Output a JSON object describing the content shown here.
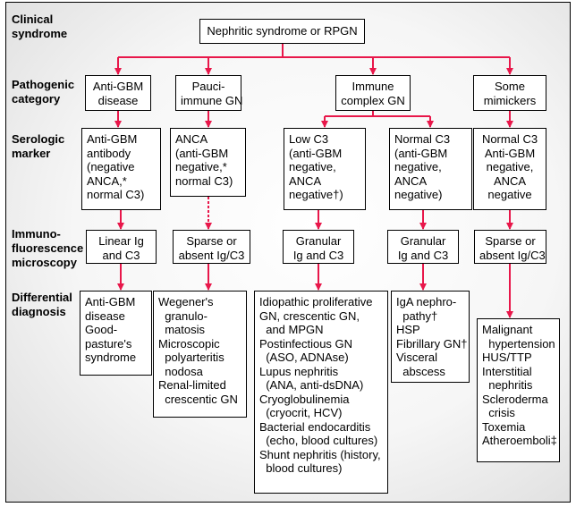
{
  "row_labels": {
    "clinical": "Clinical\nsyndrome",
    "pathogenic": "Pathogenic\ncategory",
    "serologic": "Serologic\nmarker",
    "immuno": "Immuno-\nfluorescence\nmicroscopy",
    "differential": "Differential\ndiagnosis"
  },
  "top": "Nephritic syndrome or RPGN",
  "categories": {
    "antigbm": "Anti-GBM\ndisease",
    "pauci": "Pauci-\nimmune GN",
    "immune": "Immune\ncomplex GN",
    "mimick": "Some\nmimickers"
  },
  "serologic": {
    "antigbm": "Anti-GBM\nantibody\n(negative\nANCA,*\nnormal C3)",
    "pauci": "ANCA\n(anti-GBM\nnegative,*\nnormal C3)",
    "lowc3": "Low C3\n(anti-GBM\nnegative,\nANCA\nnegative†)",
    "normc3": "Normal C3\n(anti-GBM\nnegative,\nANCA\nnegative)",
    "mimick": "Normal C3\nAnti-GBM\nnegative,\nANCA\nnegative"
  },
  "immuno": {
    "antigbm": "Linear Ig\nand C3",
    "pauci": "Sparse or\nabsent Ig/C3",
    "lowc3": "Granular\nIg and C3",
    "normc3": "Granular\nIg and C3",
    "mimick": "Sparse or\nabsent Ig/C3"
  },
  "differential": {
    "antigbm": "Anti-GBM\ndisease\nGood-\npasture's\nsyndrome",
    "pauci": "Wegener's\n  granulo-\n  matosis\nMicroscopic\n  polyarteritis\n  nodosa\nRenal-limited\n  crescentic GN",
    "lowc3": "Idiopathic proliferative\nGN, crescentic GN,\n  and MPGN\nPostinfectious GN\n  (ASO, ADNAse)\nLupus nephritis\n  (ANA, anti-dsDNA)\nCryoglobulinemia\n  (cryocrit, HCV)\nBacterial endocarditis\n  (echo, blood cultures)\nShunt nephritis (history,\n  blood cultures)",
    "normc3": "IgA nephro-\n  pathy†\nHSP\nFibrillary GN†\nVisceral\n  abscess",
    "mimick": "Malignant\n  hypertension\nHUS/TTP\nInterstitial\n  nephritis\nScleroderma\n  crisis\nToxemia\nAtheroemboli‡"
  },
  "colors": {
    "arrow": "#e8174a",
    "border": "#000000"
  }
}
